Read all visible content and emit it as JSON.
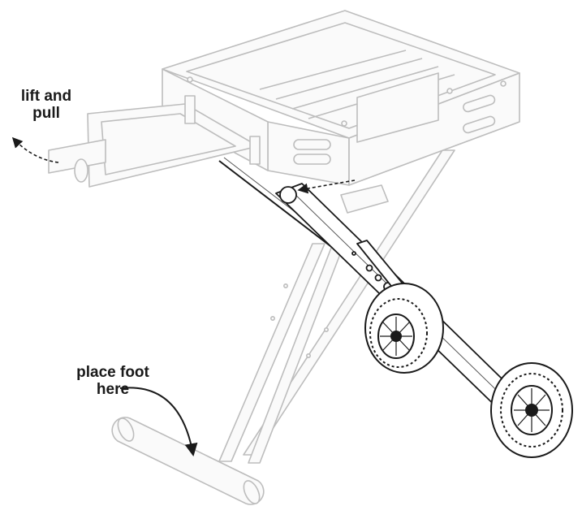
{
  "callouts": {
    "lift": {
      "line1": "lift and",
      "line2": "pull"
    },
    "foot": {
      "line1": "place foot",
      "line2": "here"
    }
  },
  "colors": {
    "ghost_stroke": "#bdbdbd",
    "ghost_fill": "#fafafa",
    "dark_stroke": "#1a1a1a",
    "mid_stroke": "#555555",
    "arrow": "#1a1a1a"
  },
  "icons": [
    "dashed-arrow",
    "curved-arrow",
    "wheel"
  ]
}
